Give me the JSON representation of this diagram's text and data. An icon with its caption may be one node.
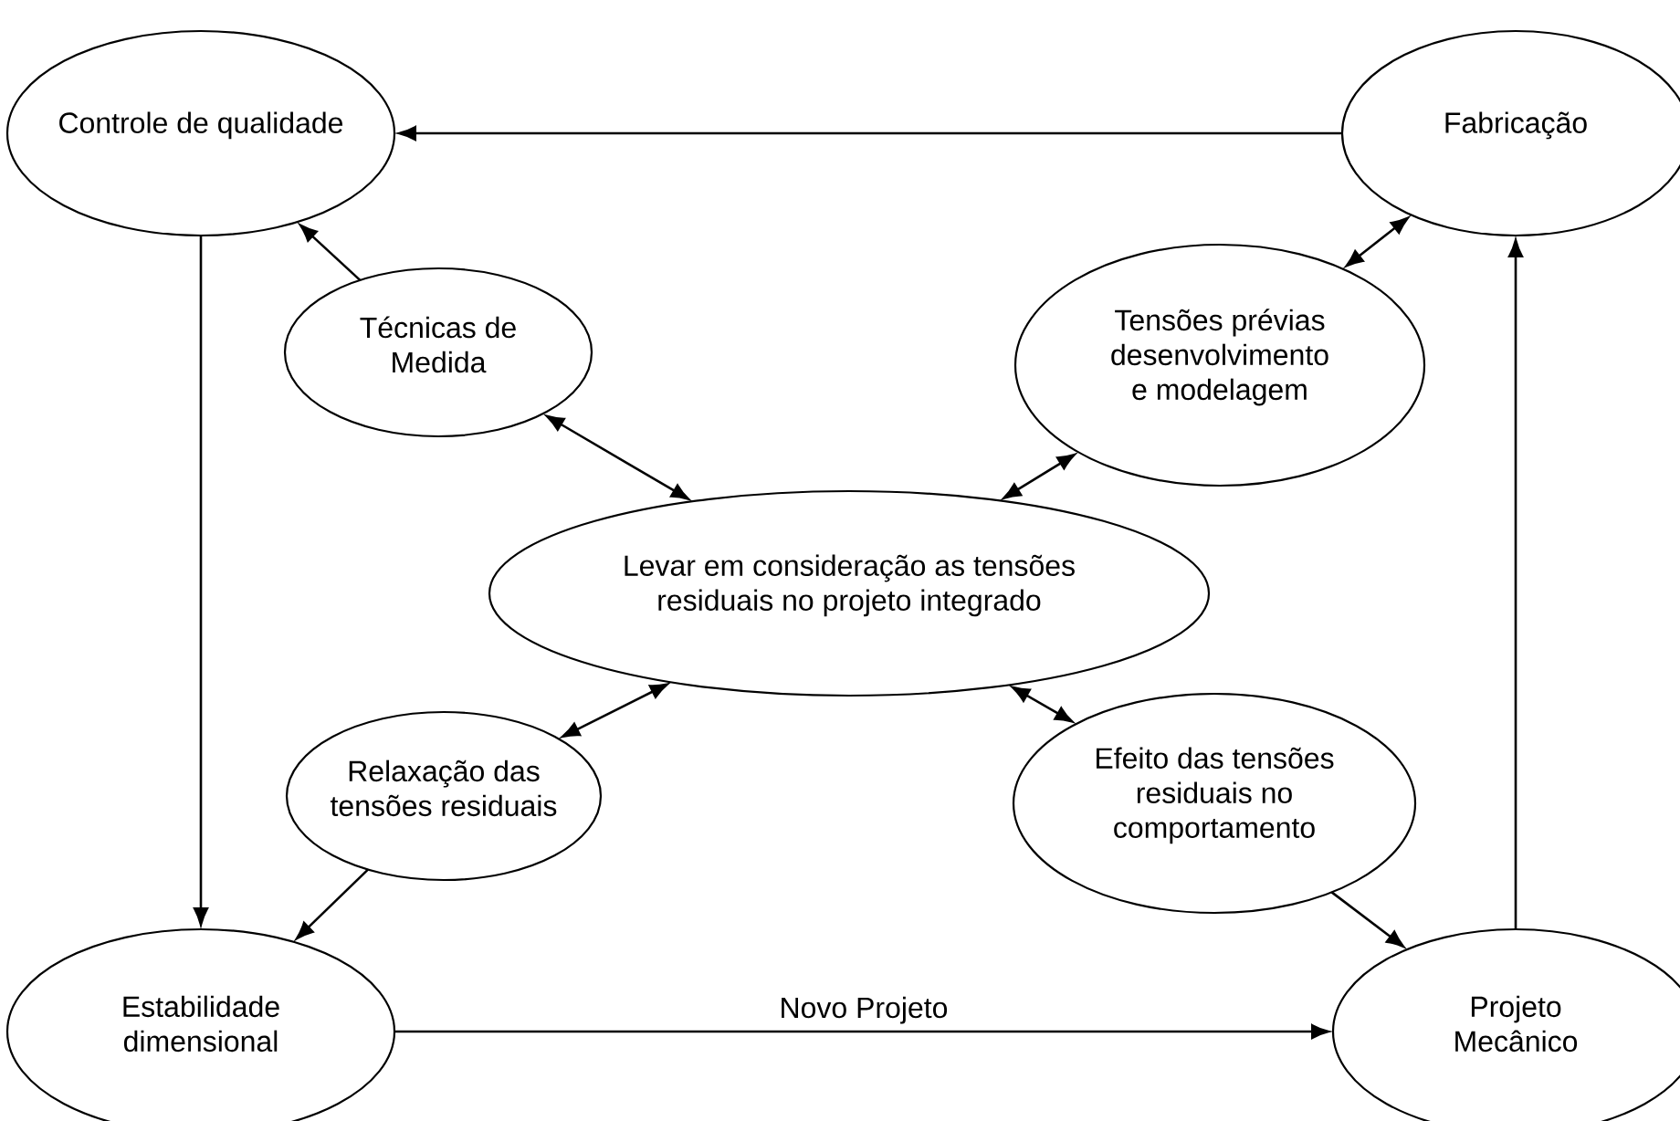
{
  "diagram": {
    "nodes": [
      {
        "text": [
          "Controle de qualidade"
        ]
      },
      {
        "text": [
          "Fabricação"
        ]
      },
      {
        "text": [
          "Técnicas de Medida"
        ]
      },
      {
        "text": [
          "Tensões prévias desenvolvimento e modelagem"
        ]
      },
      {
        "text": [
          "Levar em consideração as tensões residuais no projeto integrado"
        ]
      },
      {
        "text": [
          "Relaxação das tensões residuais"
        ]
      },
      {
        "text": [
          "Efeito das tensões residuais no comportamento"
        ]
      },
      {
        "text": [
          "Estabilidade dimensional"
        ]
      },
      {
        "text": [
          "Projeto Mecânico"
        ]
      }
    ],
    "edges": [
      {
        "from": 1,
        "to": 0,
        "arrow": "to"
      },
      {
        "from": 2,
        "to": 0,
        "arrow": "to"
      },
      {
        "from": 0,
        "to": 7,
        "arrow": "to"
      },
      {
        "from": 3,
        "to": 1,
        "arrow": "both"
      },
      {
        "from": 8,
        "to": 1,
        "arrow": "to"
      },
      {
        "from": 2,
        "to": 4,
        "arrow": "both"
      },
      {
        "from": 4,
        "to": 3,
        "arrow": "both"
      },
      {
        "from": 4,
        "to": 5,
        "arrow": "both"
      },
      {
        "from": 4,
        "to": 6,
        "arrow": "both"
      },
      {
        "from": 5,
        "to": 7,
        "arrow": "to"
      },
      {
        "from": 6,
        "to": 8,
        "arrow": "to"
      },
      {
        "from": 7,
        "to": 8,
        "arrow": "to",
        "label": "Novo Projeto"
      }
    ]
  }
}
